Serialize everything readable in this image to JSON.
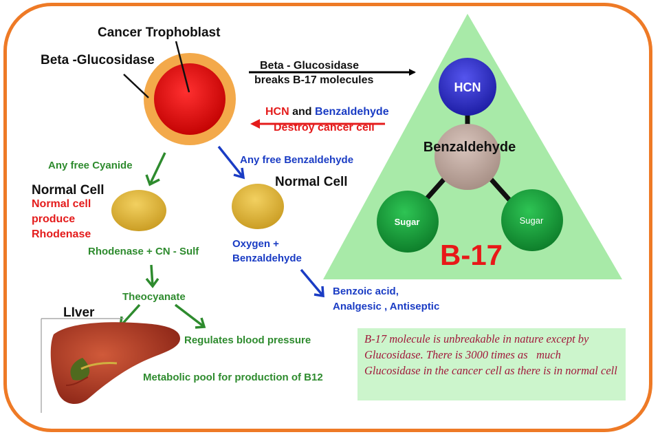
{
  "labels": {
    "cancer_trophoblast": "Cancer Trophoblast",
    "beta_glucosidase": "Beta -Glucosidase",
    "arrow_right_line1": "Beta - Glucosidase",
    "arrow_right_line2": "breaks B-17 molecules",
    "hcn_text": "HCN",
    "and_text": " and ",
    "benzaldehyde_text": "Benzaldehyde",
    "destroy_cancer": "Destroy cancer cell",
    "any_free_cyanide": "Any free Cyanide",
    "any_free_benzaldehyde": "Any free Benzaldehyde",
    "normal_cell_left": "Normal Cell",
    "normal_cell_right": "Normal Cell",
    "normal_cell_note_1": "Normal cell",
    "normal_cell_note_2": "produce",
    "normal_cell_note_3": "Rhodenase",
    "rhodenase_reaction": "Rhodenase + CN - Sulf",
    "oxygen_line1": "Oxygen +",
    "oxygen_line2": "Benzaldehyde",
    "theocyanate": "Theocyanate",
    "liver": "LIver",
    "regulates_bp": "Regulates blood pressure",
    "metabolic_pool": "Metabolic pool for production of B12",
    "benzoic_line1": "Benzoic acid,",
    "benzoic_line2": "Analgesic , Antiseptic"
  },
  "molecule": {
    "hcn": "HCN",
    "benzaldehyde": "Benzaldehyde",
    "sugar_left": "Sugar",
    "sugar_right": "Sugar",
    "name": "B-17"
  },
  "note": "B-17 molecule is unbreakable in nature except by Glucosidase. There is 3000 times as   much Glucosidase in the cancer cell as there is in normal cell",
  "colors": {
    "frame": "#ee7a26",
    "triangle": "#a8eaa8",
    "hcn": "#3333cc",
    "benzaldehyde_node": "#c0a8a0",
    "sugar": "#1a9a3a",
    "cancer_cell": "#e01010",
    "normal_cell": "#e0b840",
    "green_text": "#2e8b2e",
    "blue_text": "#1a3cc4",
    "red_text": "#e41b1b"
  }
}
